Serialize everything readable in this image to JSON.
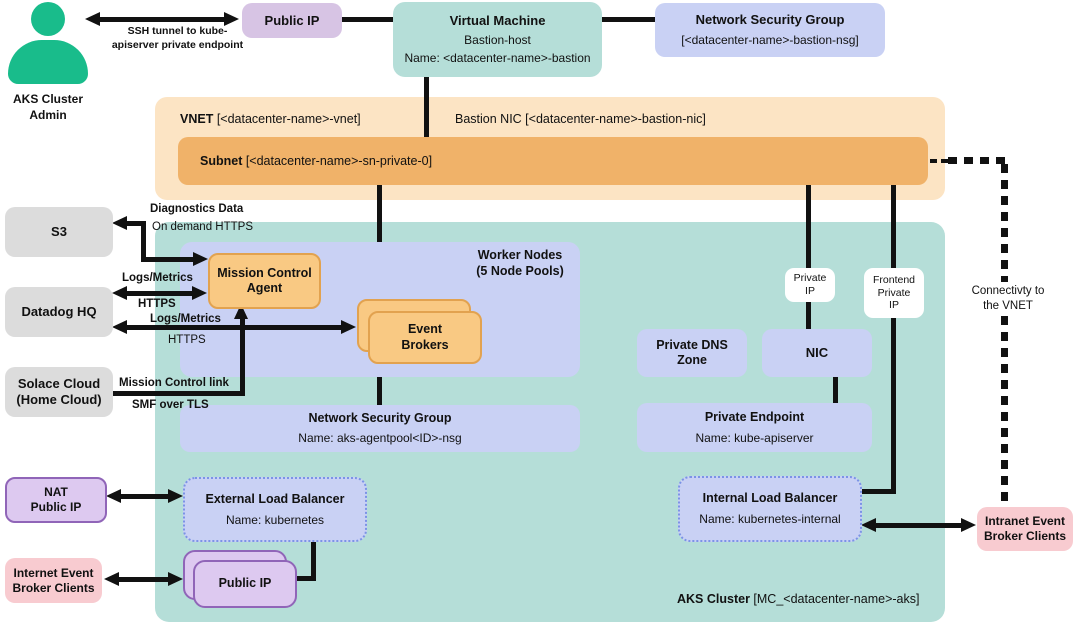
{
  "admin": {
    "line1": "AKS Cluster",
    "line2": "Admin"
  },
  "labels": {
    "ssh1": "SSH tunnel to kube-",
    "ssh2": "apiserver private endpoint",
    "diagnostics": "Diagnostics Data",
    "on_demand": "On demand HTTPS",
    "logs_metrics_a": "Logs/Metrics",
    "https_a": "HTTPS",
    "logs_metrics_b": "Logs/Metrics",
    "https_b": "HTTPS",
    "mc_link": "Mission Control link",
    "smf": "SMF over TLS",
    "connectivity1": "Connectivty to",
    "connectivity2": "the VNET"
  },
  "nodes": {
    "public_ip_top": "Public IP",
    "vm_title": "Virtual Machine",
    "vm_sub": "Bastion-host",
    "vm_name": "Name: <datacenter-name>-bastion",
    "nsg_bastion_title": "Network Security Group",
    "nsg_bastion_name": "[<datacenter-name>-bastion-nsg]",
    "vnet_bold": "VNET",
    "vnet_rest": " [<datacenter-name>-vnet]",
    "bastion_nic": "Bastion NIC [<datacenter-name>-bastion-nic]",
    "subnet_bold": "Subnet",
    "subnet_rest": " [<datacenter-name>-sn-private-0]",
    "s3": "S3",
    "datadog": "Datadog HQ",
    "solace1": "Solace Cloud",
    "solace2": "(Home Cloud)",
    "mca1": "Mission Control",
    "mca2": "Agent",
    "wn1": "Worker Nodes",
    "wn2": "(5 Node Pools)",
    "eb1": "Event",
    "eb2": "Brokers",
    "nsg_agentpool_title": "Network Security Group",
    "nsg_agentpool_name": "Name: aks-agentpool<ID>-nsg",
    "pdz1": "Private DNS",
    "pdz2": "Zone",
    "nic": "NIC",
    "pip1": "Private",
    "pip2": "IP",
    "fpip1": "Frontend",
    "fpip2": "Private",
    "fpip3": "IP",
    "pe_title": "Private Endpoint",
    "pe_name": "Name: kube-apiserver",
    "elb_title": "External Load Balancer",
    "elb_name": "Name: kubernetes",
    "ilb_title": "Internal Load Balancer",
    "ilb_name": "Name: kubernetes-internal",
    "nat1": "NAT",
    "nat2": "Public IP",
    "iebc1": "Internet Event",
    "iebc2": "Broker Clients",
    "public_ip_stack": "Public IP",
    "inebc1": "Intranet Event",
    "inebc2": "Broker Clients",
    "aks_bold": "AKS Cluster",
    "aks_rest": " [MC_<datacenter-name>-aks]"
  },
  "colors": {
    "teal": "#b5ded8",
    "periwinkle": "#c9d1f4",
    "vnet_band": "#fce4c4",
    "subnet_band": "#f0b269",
    "orange_fill": "#f9c983",
    "orange_border": "#e2a24f",
    "gray": "#dcdcdc",
    "lavender": "#d7c4e4",
    "purple_fill": "#ddc9f0",
    "purple_border": "#9065b8",
    "pink": "#f8cbd0",
    "green": "#19bc8b",
    "dotted_blue": "#7b93e6",
    "line": "#111111"
  }
}
